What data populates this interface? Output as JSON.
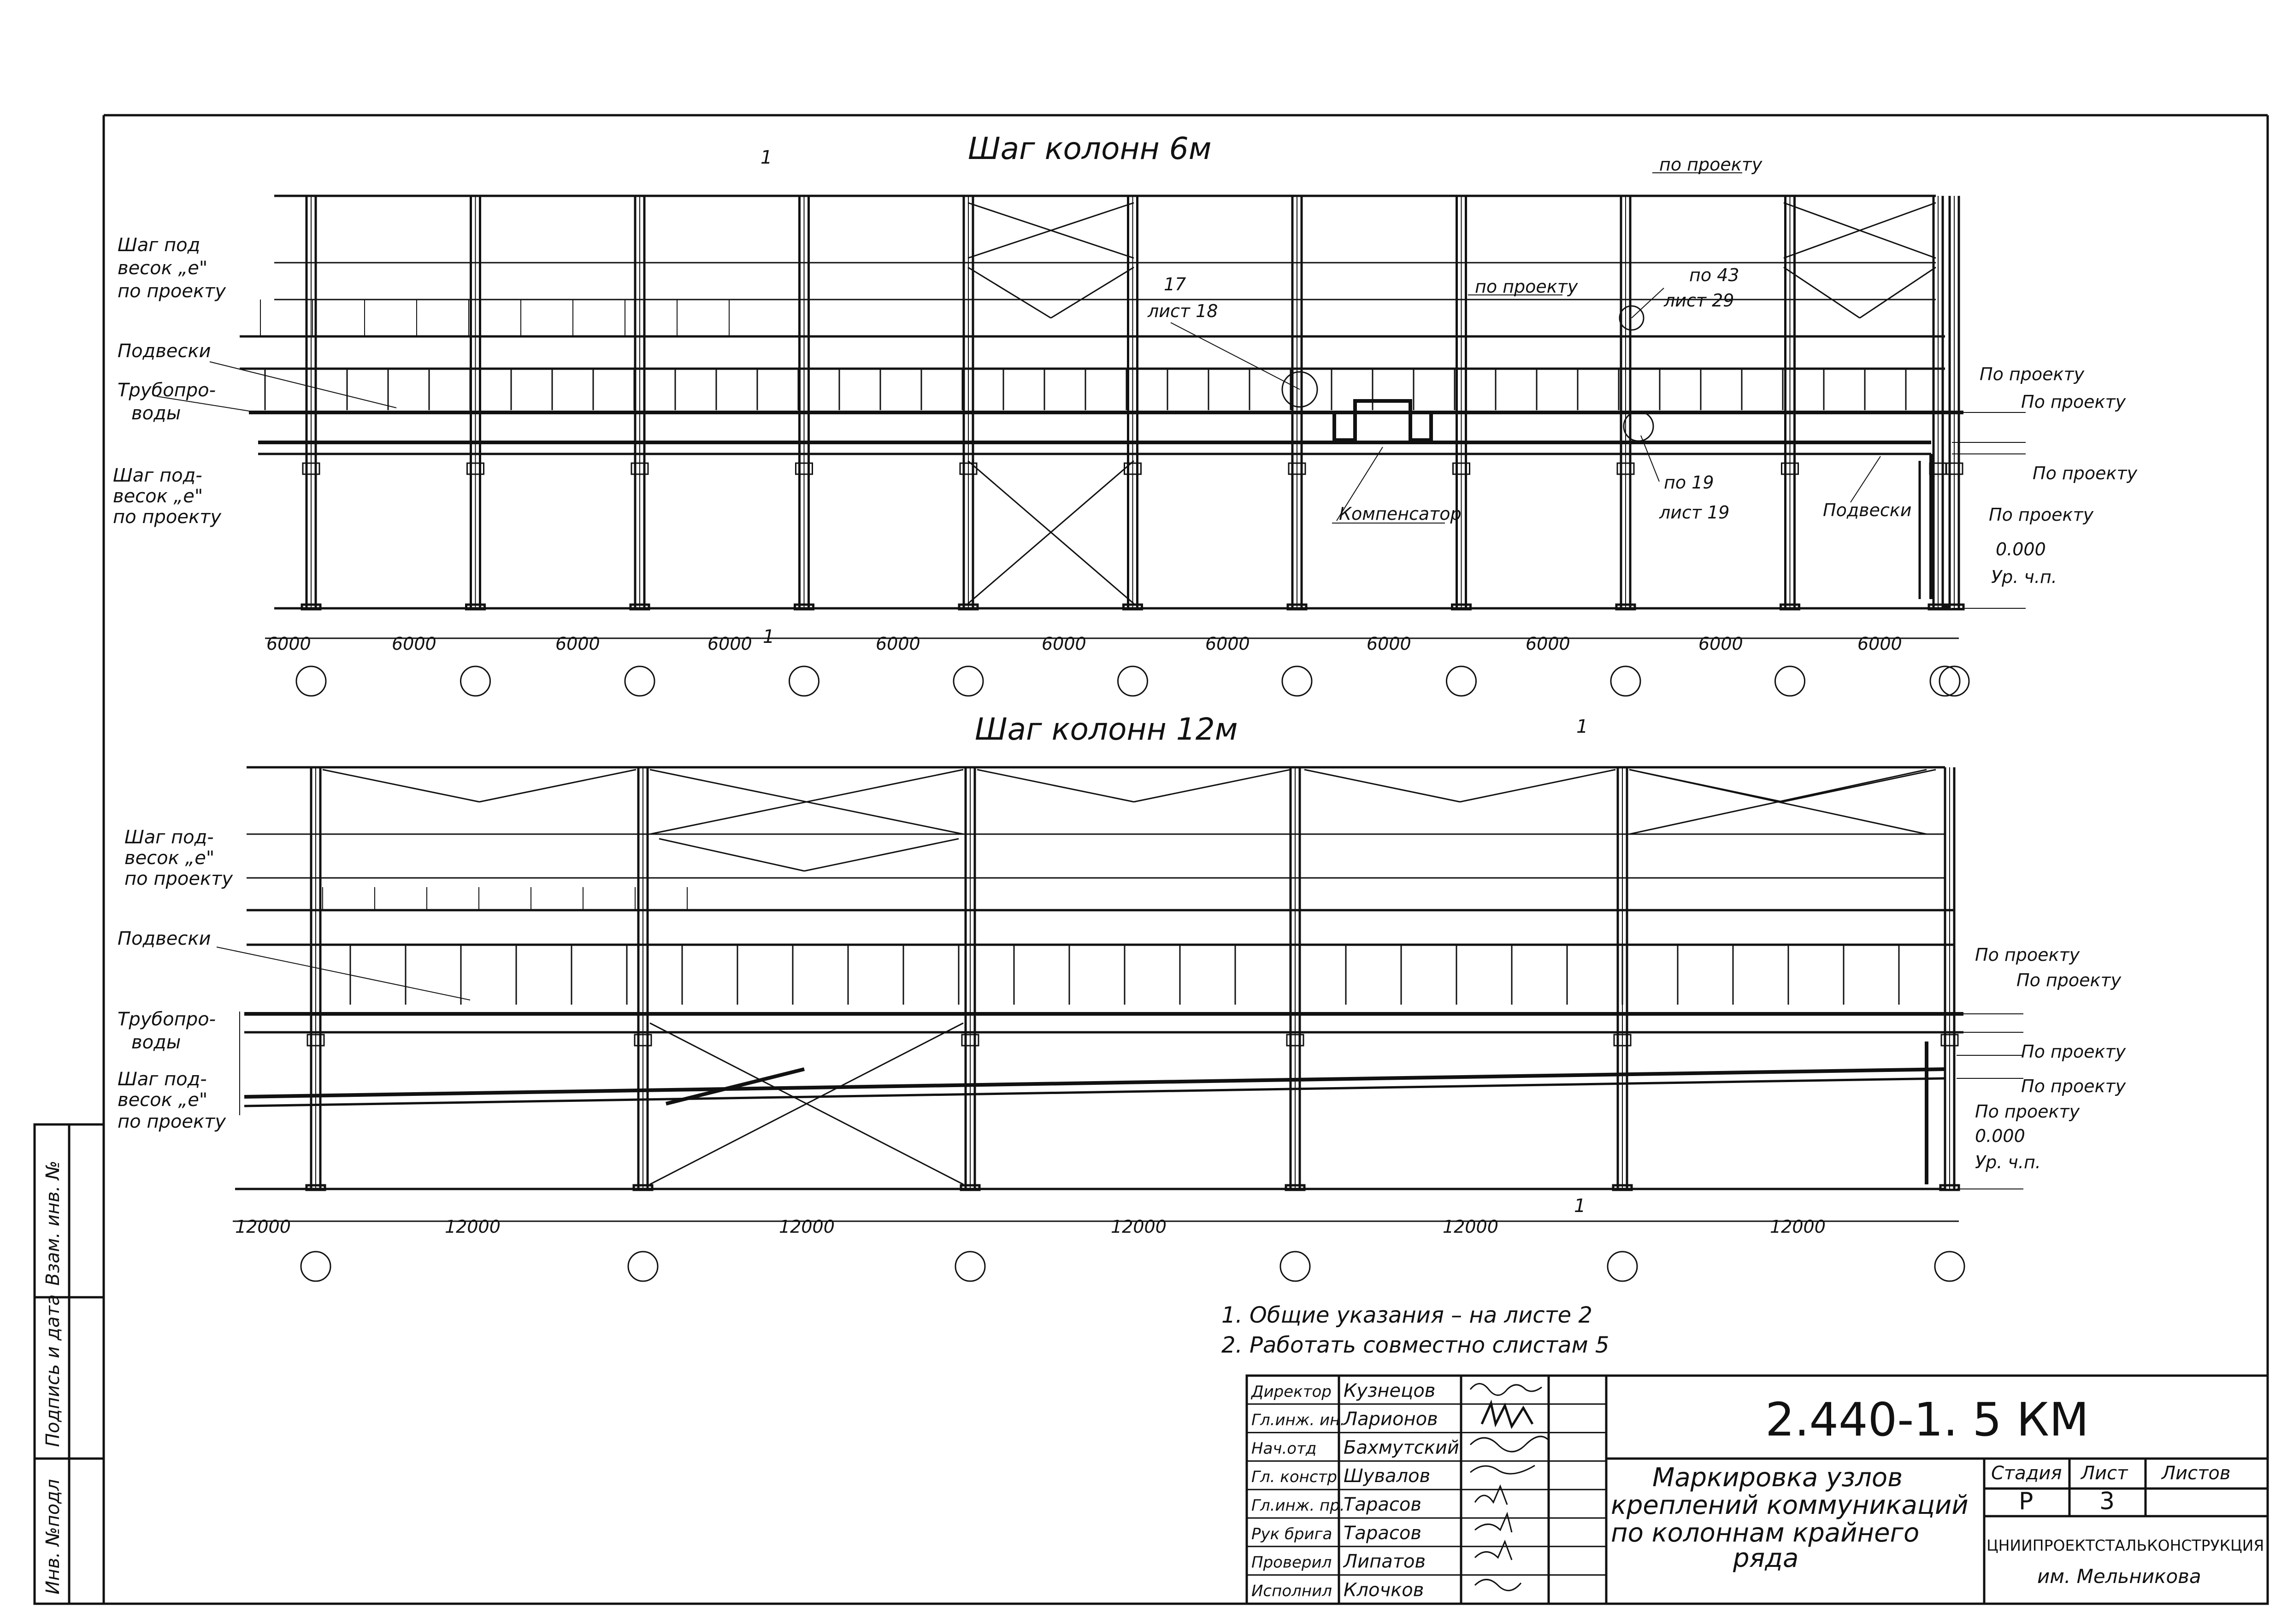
{
  "views": {
    "top": {
      "title": "Шаг колонн 6м",
      "step_label": "6000",
      "section_mark": "1",
      "left_labels": {
        "spacing_top": [
          "Шаг под",
          "весок „е\"",
          "по проекту"
        ],
        "hangers": "Подвески",
        "pipes": [
          "Трубопро-",
          "воды"
        ],
        "spacing_bottom": [
          "Шаг под-",
          "весок „е\"",
          "по проекту"
        ]
      },
      "callouts": {
        "node17": [
          "17",
          "лист 18"
        ],
        "node43": [
          "по 43",
          "лист 29"
        ],
        "node19": [
          "по 19",
          "лист 19"
        ],
        "by_project_top": "по проекту",
        "by_project_mid": "по проекту",
        "compensator": "Компенсатор",
        "hangers_right": "Подвески"
      },
      "right_labels": [
        "По проекту",
        "По проекту",
        "По проекту",
        "По проекту",
        "0.000",
        "Ур. ч.п."
      ]
    },
    "bottom": {
      "title": "Шаг колонн 12м",
      "step_label": "12000",
      "section_mark": "1",
      "left_labels": {
        "spacing_top": [
          "Шаг под-",
          "весок „е\"",
          "по проекту"
        ],
        "hangers": "Подвески",
        "pipes": [
          "Трубопро-",
          "воды"
        ],
        "spacing_bottom": [
          "Шаг под-",
          "весок „е\"",
          "по проекту"
        ]
      },
      "right_labels": [
        "По проекту",
        "По проекту",
        "По проекту",
        "По проекту",
        "По проекту",
        "0.000",
        "Ур. ч.п."
      ]
    }
  },
  "notes": [
    "1. Общие указания – на листе 2",
    "2. Работать совместно слистам 5"
  ],
  "left_strip": [
    "Взам. инв. №",
    "Подпись и дата",
    "Инв. №подл"
  ],
  "title_block": {
    "code": "2.440-1. 5 КМ",
    "title": [
      "Маркировка узлов",
      "креплений коммуникаций",
      "по колоннам крайнего",
      "ряда"
    ],
    "stage_header": "Стадия",
    "sheet_header": "Лист",
    "sheets_header": "Листов",
    "stage": "Р",
    "sheet": "3",
    "org": [
      "ЦНИИПРОЕКТСТАЛЬКОНСТРУКЦИЯ",
      "им. Мельникова"
    ],
    "staff": [
      {
        "role": "Директор",
        "name": "Кузнецов"
      },
      {
        "role": "Гл.инж. ин.",
        "name": "Ларионов"
      },
      {
        "role": "Нач.отд",
        "name": "Бахмутский"
      },
      {
        "role": "Гл. констр.",
        "name": "Шувалов"
      },
      {
        "role": "Гл.инж. пр.",
        "name": "Тарасов"
      },
      {
        "role": "Рук брига",
        "name": "Тарасов"
      },
      {
        "role": "Проверил",
        "name": "Липатов"
      },
      {
        "role": "Исполнил",
        "name": "Клочков"
      }
    ]
  }
}
